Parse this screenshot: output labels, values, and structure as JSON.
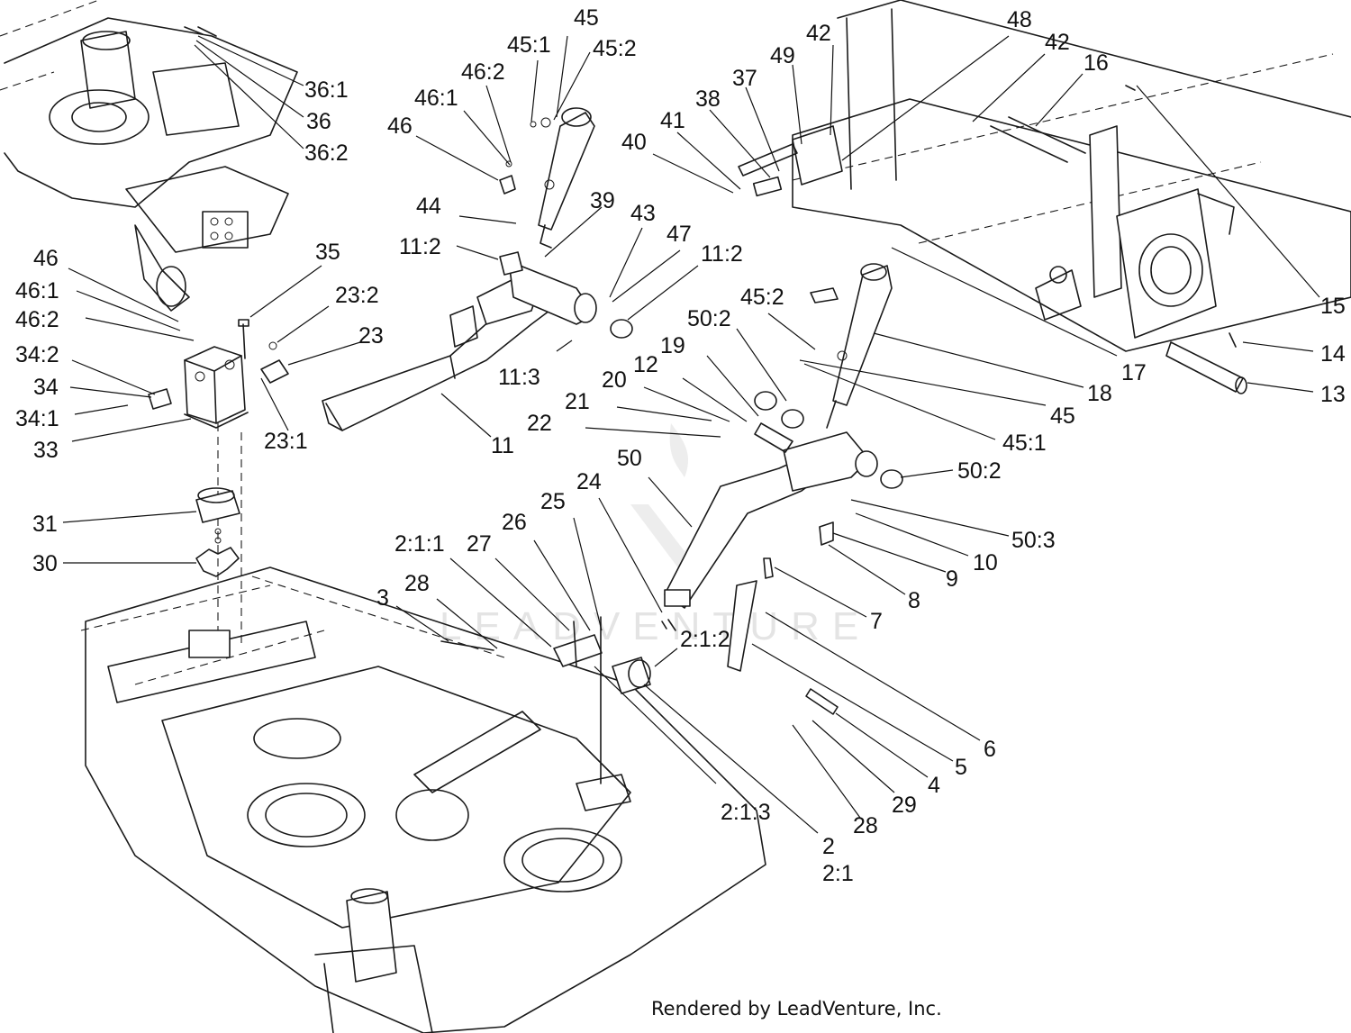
{
  "watermark": "LEADVENTURE",
  "credit": "Rendered by LeadVenture, Inc.",
  "callouts": {
    "c36_1": "36:1",
    "c36": "36",
    "c36_2": "36:2",
    "c45": "45",
    "c45_1_top": "45:1",
    "c45_2_top": "45:2",
    "c46_2_top": "46:2",
    "c46_1_top": "46:1",
    "c46_top": "46",
    "c48": "48",
    "c42_a": "42",
    "c42_b": "42",
    "c49": "49",
    "c37": "37",
    "c38": "38",
    "c41": "41",
    "c40": "40",
    "c16": "16",
    "c15": "15",
    "c14": "14",
    "c13": "13",
    "c39": "39",
    "c44": "44",
    "c11_2_a": "11:2",
    "c43": "43",
    "c47": "47",
    "c11_2_b": "11:2",
    "c11_3": "11:3",
    "c11": "11",
    "c46_left": "46",
    "c46_1_left": "46:1",
    "c46_2_left": "46:2",
    "c34_2": "34:2",
    "c34": "34",
    "c34_1": "34:1",
    "c33": "33",
    "c35": "35",
    "c23_2": "23:2",
    "c23": "23",
    "c23_1": "23:1",
    "c31": "31",
    "c30": "30",
    "c45_2_mid": "45:2",
    "c50_2_a": "50:2",
    "c19": "19",
    "c12": "12",
    "c20": "20",
    "c21": "21",
    "c22": "22",
    "c17": "17",
    "c18": "18",
    "c45_mid": "45",
    "c45_1_mid": "45:1",
    "c50": "50",
    "c50_2_b": "50:2",
    "c50_3": "50:3",
    "c10": "10",
    "c9": "9",
    "c8": "8",
    "c7": "7",
    "c24": "24",
    "c25": "25",
    "c26": "26",
    "c27": "27",
    "c2_1_1": "2:1:1",
    "c28_a": "28",
    "c3": "3",
    "c2_1_2": "2:1:2",
    "c6": "6",
    "c5": "5",
    "c4": "4",
    "c29": "29",
    "c28_b": "28",
    "c2_1_3": "2:1:3",
    "c2": "2",
    "c2_1": "2:1"
  }
}
